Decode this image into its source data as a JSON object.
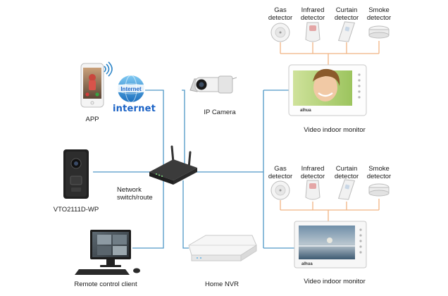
{
  "app": {
    "label": "APP"
  },
  "internet": {
    "label": "internet",
    "badge": "Internet"
  },
  "doorstation": {
    "label": "VTO2111D-WP"
  },
  "camera": {
    "label": "IP Camera"
  },
  "switch": {
    "label_line1": "Network",
    "label_line2": "switch/route"
  },
  "pc": {
    "label": "Remote control client"
  },
  "nvr": {
    "label": "Home NVR"
  },
  "monitor_top": {
    "label": "Video indoor monitor",
    "brand": "alhua",
    "detectors": [
      {
        "line1": "Gas",
        "line2": "detector"
      },
      {
        "line1": "Infrared",
        "line2": "detector"
      },
      {
        "line1": "Curtain",
        "line2": "detector"
      },
      {
        "line1": "Smoke",
        "line2": "detector"
      }
    ]
  },
  "monitor_bottom": {
    "label": "Video indoor monitor",
    "brand": "alhua",
    "detectors": [
      {
        "line1": "Gas",
        "line2": "detector"
      },
      {
        "line1": "Infrared",
        "line2": "detector"
      },
      {
        "line1": "Curtain",
        "line2": "detector"
      },
      {
        "line1": "Smoke",
        "line2": "detector"
      }
    ]
  },
  "colors": {
    "link": "#4f97c7",
    "wire": "#f1b483",
    "accent": "#1b63c6"
  }
}
